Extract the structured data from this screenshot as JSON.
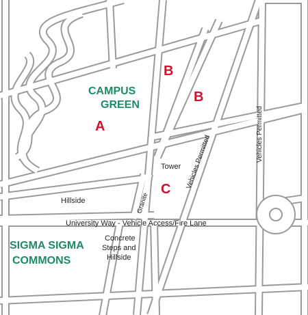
{
  "colors": {
    "road_outline": "#9a9a9a",
    "road_fill": "#ffffff",
    "background": "#ffffff",
    "area_green": "#1f8a63",
    "zone_red": "#d0102f",
    "text": "#222222"
  },
  "areas": {
    "campus_green_line1": "CAMPUS",
    "campus_green_line2": "GREEN",
    "sigma_line1": "SIGMA SIGMA",
    "sigma_line2": "COMMONS"
  },
  "zones": {
    "a": "A",
    "b1": "B",
    "b2": "B",
    "c": "C"
  },
  "labels": {
    "tower": "Tower",
    "hillside": "Hillside",
    "granite": "Granite",
    "university_way": "University Way - Vehicle Access/Fire Lane",
    "concrete_line1": "Concrete",
    "concrete_line2": "Steps and",
    "concrete_line3": "Hillside",
    "vehicles_permitted_diagonal": "Vehicles Permitted",
    "vehicles_permitted_vertical": "Vehicles Permitted"
  }
}
